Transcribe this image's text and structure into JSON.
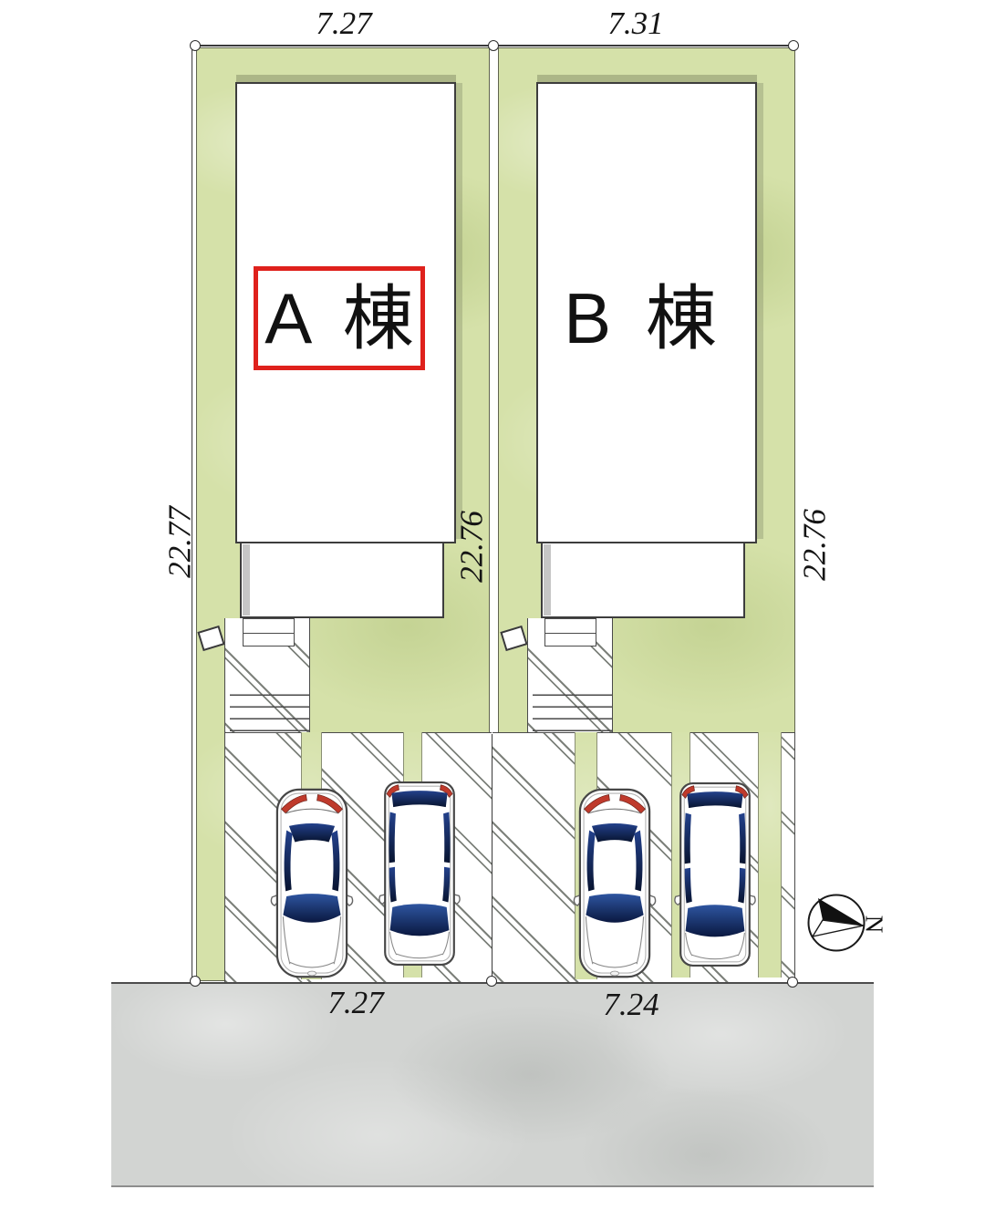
{
  "buildings": {
    "a": {
      "label": "A 棟",
      "highlighted": true
    },
    "b": {
      "label": "B 棟",
      "highlighted": false
    }
  },
  "dimensions": {
    "plot_a_top_width": "7.27",
    "plot_b_top_width": "7.31",
    "plot_a_left_depth": "22.77",
    "center_boundary_depth": "22.76",
    "plot_b_right_depth": "22.76",
    "plot_a_bottom_width": "7.27",
    "plot_b_bottom_width": "7.24"
  },
  "compass": {
    "north_label": "N"
  },
  "colors": {
    "plot_green": "#d5e1a9",
    "road_gray": "#d2d4d2",
    "line_dark": "#3d3d3d",
    "hatch_gray": "#7d817b",
    "highlight_red": "#df211c",
    "car_window_blue": "#1c3a7e",
    "car_taillight_red": "#bf3a2c"
  }
}
